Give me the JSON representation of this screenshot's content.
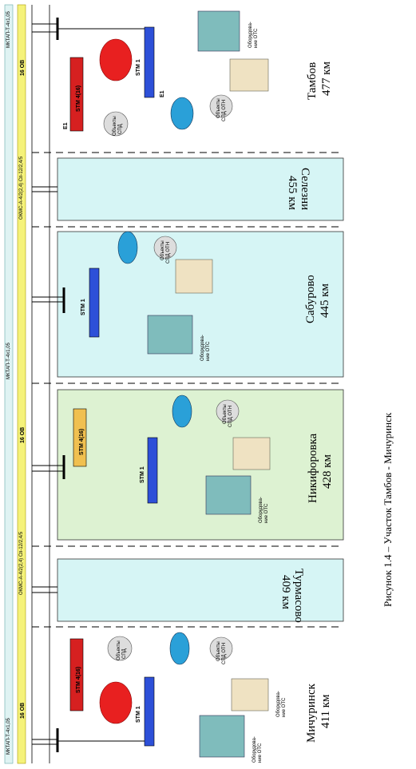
{
  "caption": "Рисунок 1.4 – Участок Тамбов - Мичуринск",
  "cable_labels": {
    "top_cable": "16 ОВ",
    "optic_a": "МКТАП-Т-4х1,05",
    "optic_b": "ОКМС-А-4/2(2,4) Сп-12/2,4/5"
  },
  "stations": [
    {
      "name": "Тамбов",
      "km": "477 км"
    },
    {
      "name": "Селезни",
      "km": "455 км"
    },
    {
      "name": "Сабурово",
      "km": "445 км"
    },
    {
      "name": "Никифоровка",
      "km": "428 км"
    },
    {
      "name": "Турмасово",
      "km": "409 км"
    },
    {
      "name": "Мичуринск",
      "km": "411 км"
    }
  ],
  "equipment": {
    "stm1": "STM 1",
    "stm4": "STM 4(16)",
    "e1": "E1",
    "ots": "Оборудова-ние ОТС",
    "ots_lines": [
      "Оборудова-",
      "ние ОТС"
    ],
    "spd": "Объекты СПД",
    "spd_lines": [
      "Объекты",
      "СПД"
    ],
    "spd_oth": "Объекты СПД ОТН",
    "spd_oth_lines": [
      "Объекты",
      "СПД ОТН"
    ]
  }
}
